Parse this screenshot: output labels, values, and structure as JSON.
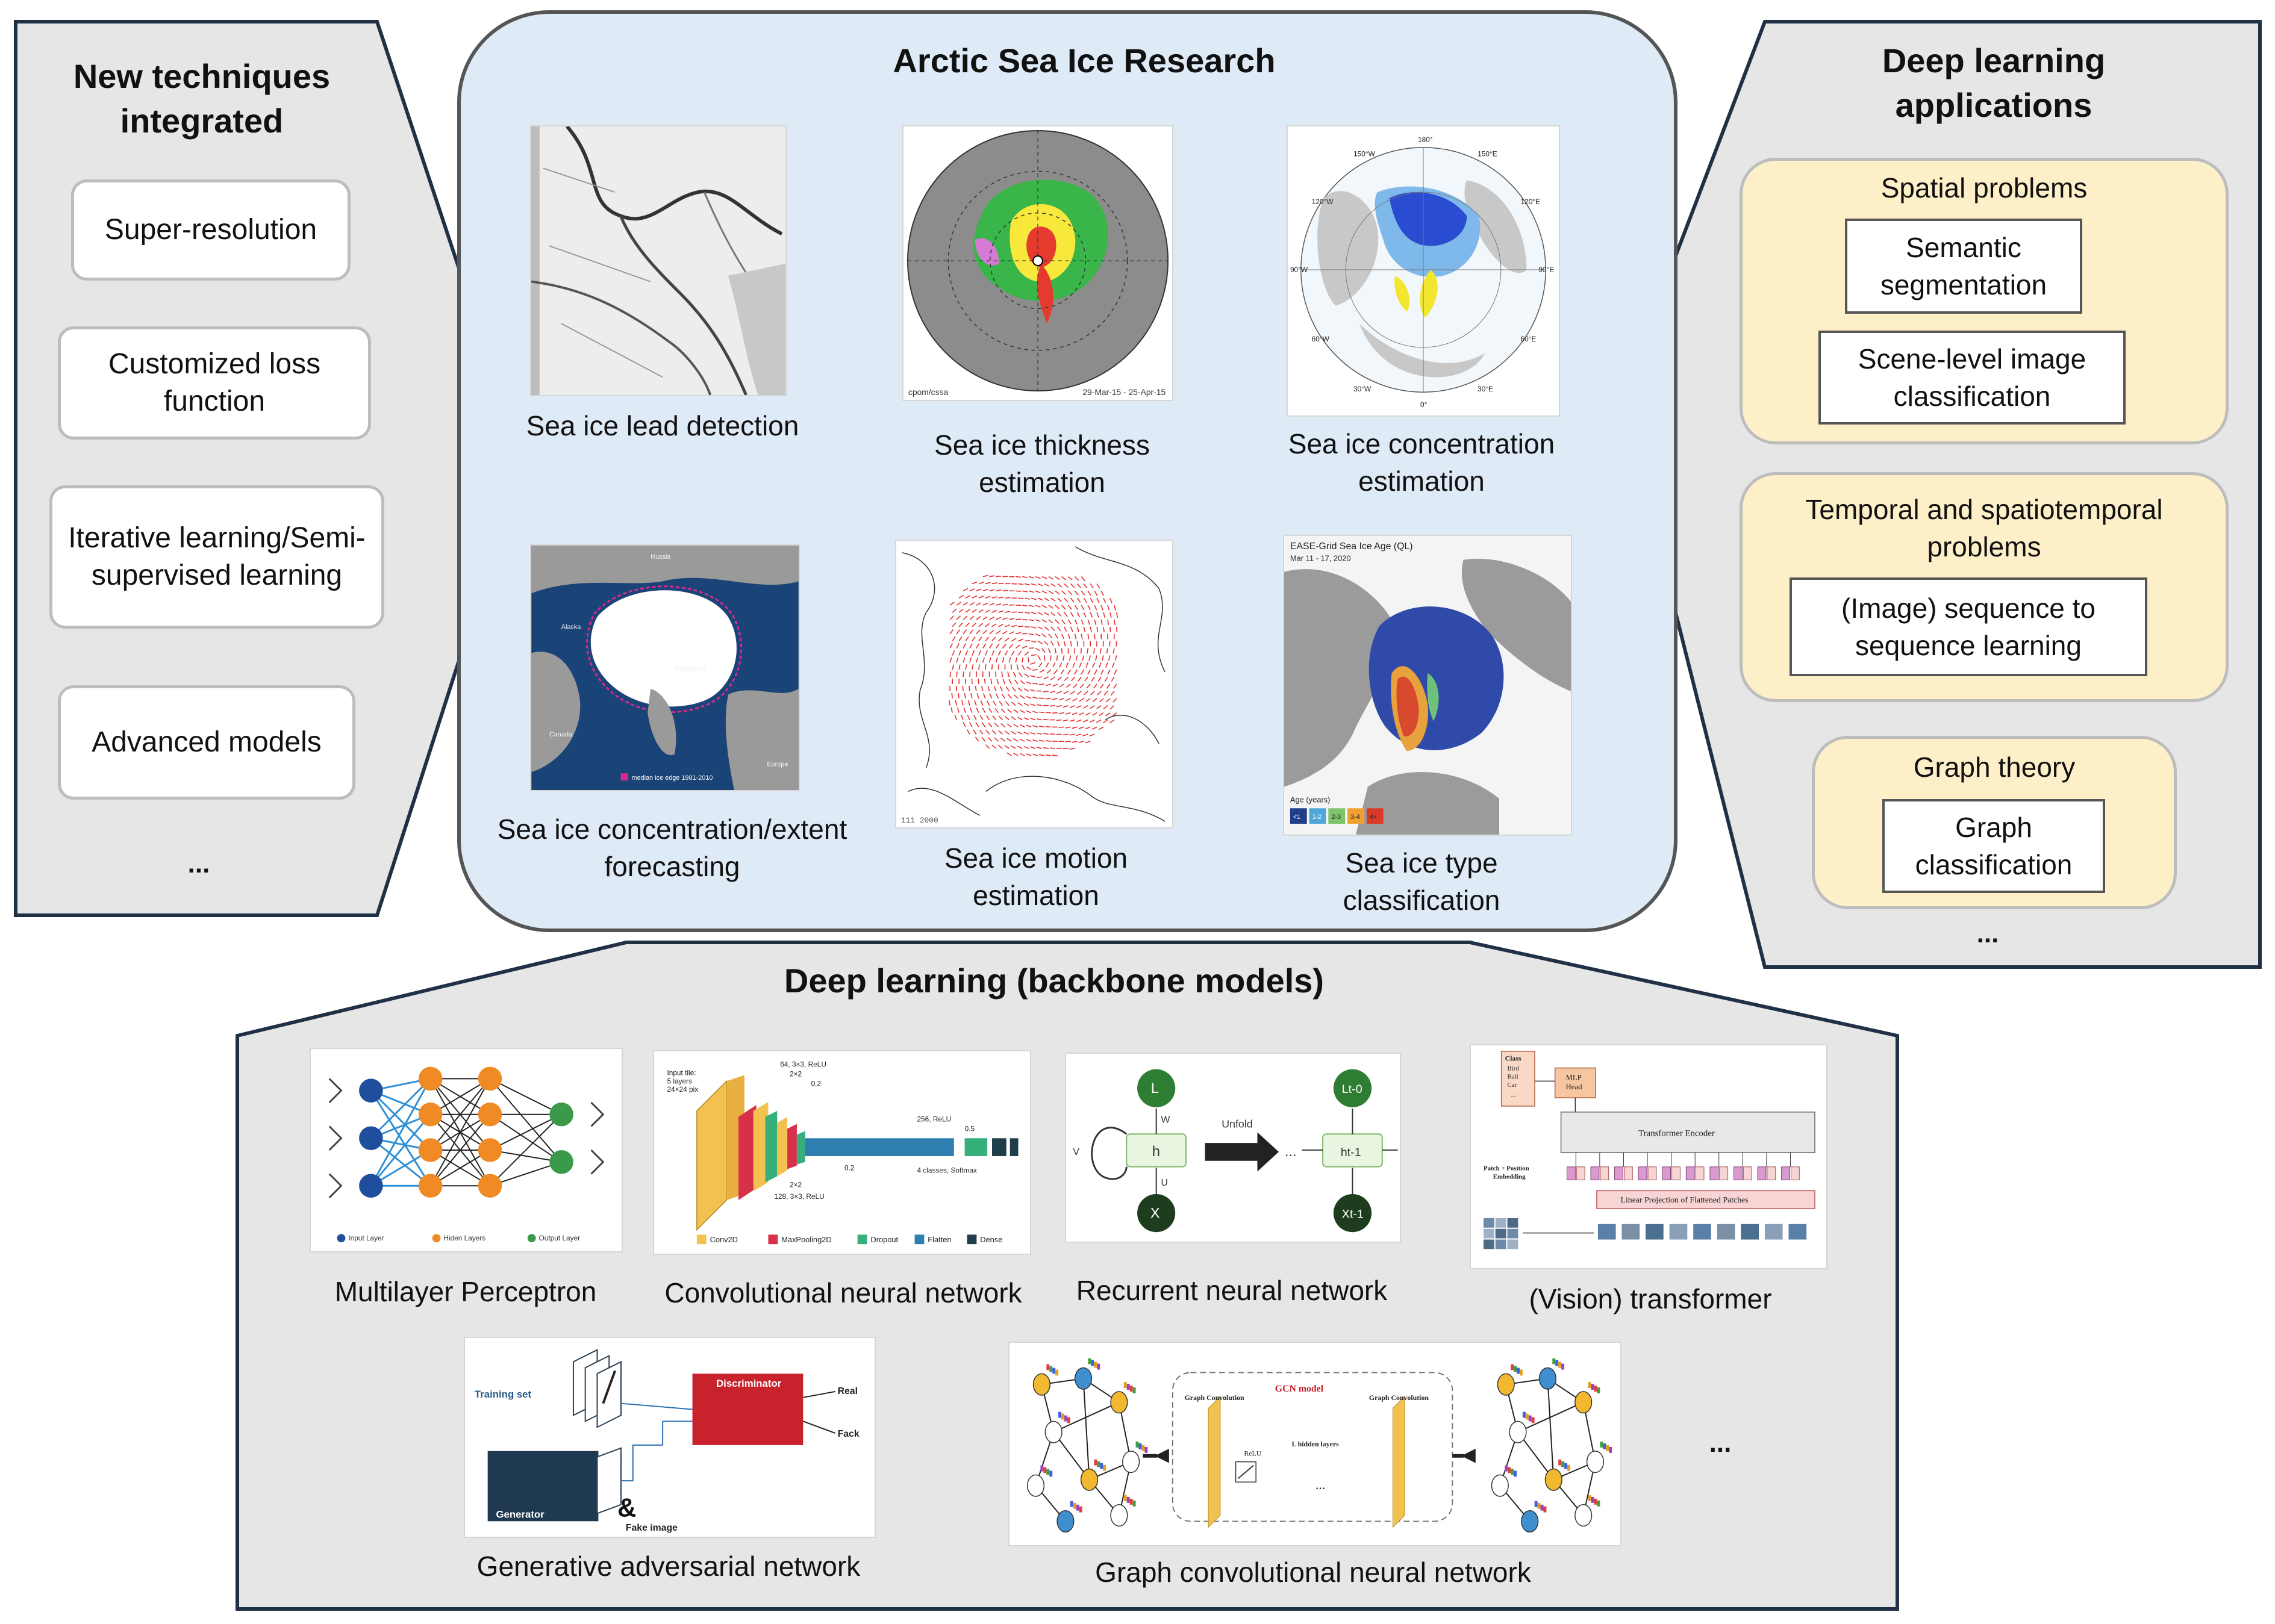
{
  "left_panel": {
    "title": "New techniques integrated",
    "items": [
      "Super-resolution",
      "Customized loss function",
      "Iterative learning/Semi-supervised learning",
      "Advanced models",
      "..."
    ]
  },
  "center_panel": {
    "title": "Arctic Sea Ice Research",
    "tasks": [
      "Sea ice lead detection",
      "Sea ice thickness estimation",
      "Sea ice concentration estimation",
      "Sea ice concentration/extent forecasting",
      "Sea ice motion estimation",
      "Sea ice type classification"
    ],
    "thickness_map_credit": "cpom/cssa",
    "thickness_map_dates": "29-Mar-15 - 25-Apr-15",
    "concentration_map_labels": [
      "180°",
      "150°W",
      "150°E",
      "120°W",
      "120°E",
      "90°W",
      "90°E",
      "60°W",
      "60°E",
      "30°W",
      "30°E",
      "0°"
    ],
    "forecast_map_labels": [
      "Russia",
      "Alaska",
      "Greenland",
      "Canada",
      "Europe"
    ],
    "forecast_legend": "median ice edge 1981-2010",
    "motion_map_footer": "111  2000",
    "ice_age_map": {
      "title": "EASE-Grid Sea Ice Age (QL)",
      "dates": "Mar 11 - 17, 2020",
      "legend_title": "Age (years)",
      "legend_items": [
        "<1",
        "1-2",
        "2-3",
        "3-4",
        "4+"
      ],
      "legend_colors": [
        "#1f3f8a",
        "#4fa7d9",
        "#7dc46b",
        "#f0a030",
        "#d93a2a"
      ]
    }
  },
  "right_panel": {
    "title": "Deep learning applications",
    "groups": [
      {
        "title": "Spatial problems",
        "items": [
          "Semantic segmentation",
          "Scene-level image classification"
        ]
      },
      {
        "title": "Temporal and spatiotemporal problems",
        "items": [
          "(Image) sequence to sequence learning"
        ]
      },
      {
        "title": "Graph theory",
        "items": [
          "Graph classification"
        ]
      }
    ],
    "more": "..."
  },
  "bottom_panel": {
    "title": "Deep learning (backbone models)",
    "models": [
      "Multilayer Perceptron",
      "Convolutional neural network",
      "Recurrent neural network",
      "(Vision) transformer",
      "Generative adversarial network",
      "Graph convolutional neural network"
    ],
    "more": "...",
    "mlp_legend": [
      "Input Layer",
      "Hiden Layers",
      "Output Layer"
    ],
    "cnn_annotations": [
      "Input tile:",
      "5 layers",
      "24×24 pix",
      "64, 3×3, ReLU",
      "2×2",
      "0.2",
      "256, ReLU",
      "0.5",
      "4 classes, Softmax",
      "0.2",
      "2×2",
      "128, 3×3, ReLU"
    ],
    "cnn_legend": [
      "Conv2D",
      "MaxPooling2D",
      "Dropout",
      "Flatten",
      "Dense"
    ],
    "rnn_labels": {
      "l": "L",
      "h": "h",
      "x": "X",
      "w": "W",
      "u": "U",
      "v": "V",
      "unfold": "Unfold",
      "lt": "Lt-0",
      "ht": "ht-1",
      "xt": "Xt-1",
      "dots": "..."
    },
    "vit_labels": {
      "class_box": [
        "Class",
        "Bird",
        "Ball",
        "Car",
        "..."
      ],
      "mlp_head": [
        "MLP",
        "Head"
      ],
      "encoder": "Transformer Encoder",
      "embedding": [
        "Patch + Position",
        "Embedding"
      ],
      "projection": "Linear Projection of Flattened Patches"
    },
    "gan_labels": {
      "training_set": "Training set",
      "discriminator": "Discriminator",
      "real": "Real",
      "fack": "Fack",
      "generator": "Generator",
      "fake_image": "Fake image",
      "amp": "&"
    },
    "gcn_labels": {
      "model": "GCN model",
      "conv1": "Graph Convolution",
      "relu": "ReLU",
      "hidden": "L hidden layers",
      "conv2": "Graph Convolution",
      "dots": "..."
    }
  }
}
